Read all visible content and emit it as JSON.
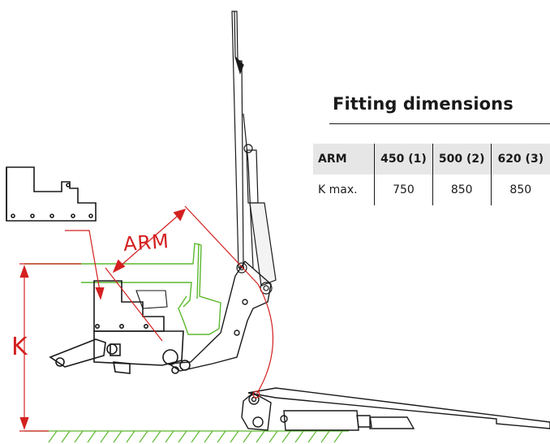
{
  "diagram": {
    "labels": {
      "arm": "ARM",
      "k": "K"
    }
  },
  "fitting": {
    "title": "Fitting dimensions",
    "header": [
      "ARM",
      "450 (1)",
      "500 (2)",
      "620 (3)"
    ],
    "row": [
      "K max.",
      "750",
      "850",
      "850"
    ]
  },
  "colors": {
    "dimension": "#d42020",
    "outline": "#1a1a1a",
    "vehicle": "#5cb82e",
    "ground": "#5cb82e"
  }
}
